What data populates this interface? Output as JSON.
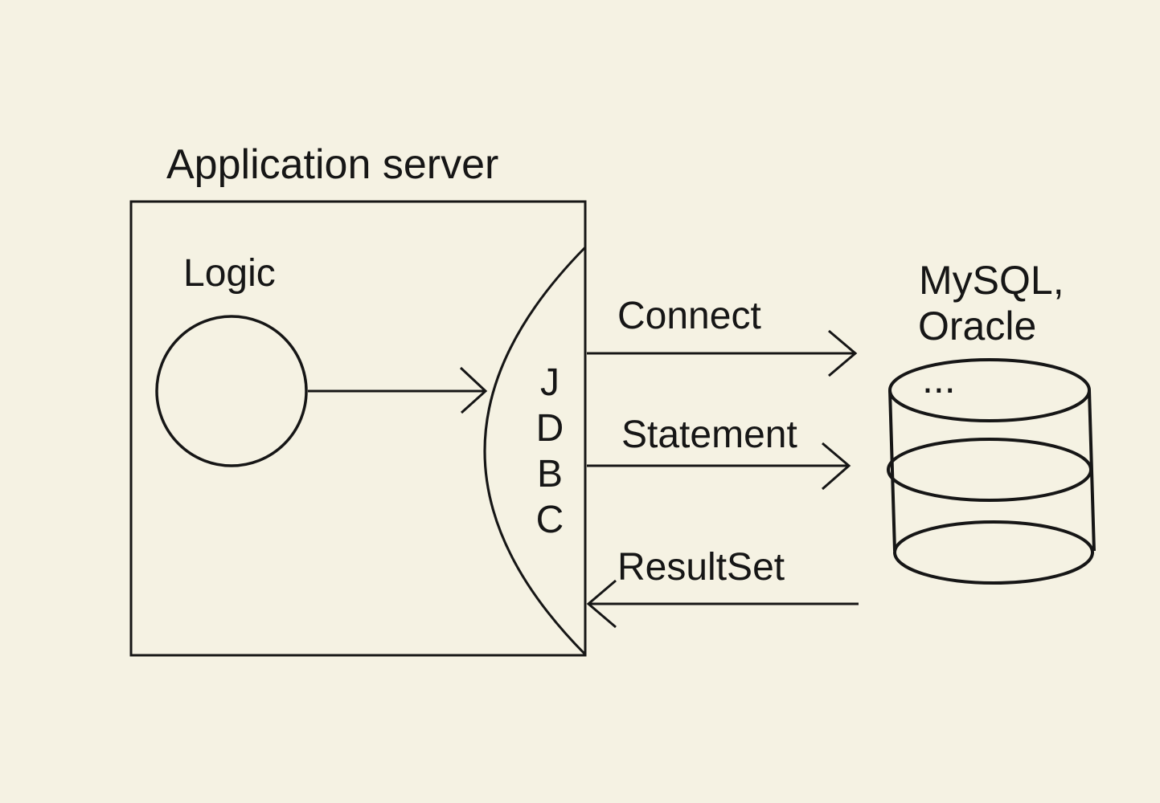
{
  "canvas": {
    "background": "#f5f2e3",
    "ink": "#161616"
  },
  "application_server": {
    "title": "Application server",
    "logic_label": "Logic"
  },
  "jdbc": {
    "letters": [
      "J",
      "D",
      "B",
      "C"
    ]
  },
  "flows": [
    {
      "label": "Connect",
      "direction": "right"
    },
    {
      "label": "Statement",
      "direction": "right"
    },
    {
      "label": "ResultSet",
      "direction": "left"
    }
  ],
  "database": {
    "line1": "MySQL,",
    "line2": "Oracle",
    "ellipsis": "..."
  }
}
